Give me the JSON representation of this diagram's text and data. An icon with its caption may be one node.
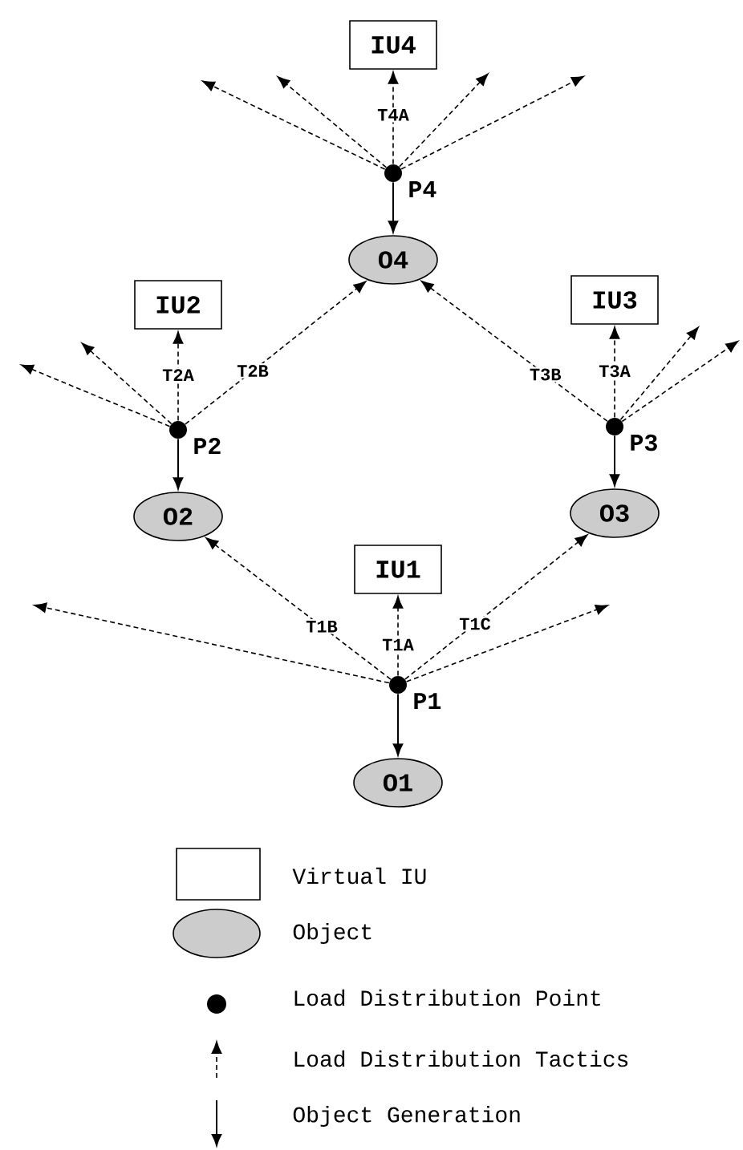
{
  "diagram": {
    "nodes": [
      {
        "text": [
          "IU4"
        ]
      },
      {
        "text": [],
        "shape": "circle",
        "beside": [
          "P4"
        ]
      },
      {
        "text": [
          "O4"
        ]
      },
      {
        "text": [
          "IU2"
        ]
      },
      {
        "text": [],
        "shape": "circle",
        "beside": [
          "P2"
        ]
      },
      {
        "text": [
          "O2"
        ]
      },
      {
        "text": [
          "IU3"
        ]
      },
      {
        "text": [],
        "shape": "circle",
        "beside": [
          "P3"
        ]
      },
      {
        "text": [
          "O3"
        ]
      },
      {
        "text": [
          "IU1"
        ]
      },
      {
        "text": [],
        "shape": "circle",
        "beside": [
          "P1"
        ]
      },
      {
        "text": [
          "O1"
        ]
      }
    ],
    "edges": [
      {
        "from": 1,
        "to": 0,
        "arrow": "to",
        "label": "T4A",
        "style": "dashed"
      },
      {
        "from": 1,
        "to": 2,
        "arrow": "to"
      },
      {
        "from": 1,
        "to": null,
        "arrow": "to",
        "style": "dashed"
      },
      {
        "from": 1,
        "to": null,
        "arrow": "to",
        "style": "dashed"
      },
      {
        "from": 1,
        "to": null,
        "arrow": "to",
        "style": "dashed"
      },
      {
        "from": 1,
        "to": null,
        "arrow": "to",
        "style": "dashed"
      },
      {
        "from": 4,
        "to": 3,
        "arrow": "to",
        "label": "T2A",
        "style": "dashed"
      },
      {
        "from": 4,
        "to": 2,
        "arrow": "to",
        "label": "T2B",
        "style": "dashed"
      },
      {
        "from": 4,
        "to": 5,
        "arrow": "to"
      },
      {
        "from": 4,
        "to": null,
        "arrow": "to",
        "style": "dashed"
      },
      {
        "from": 4,
        "to": null,
        "arrow": "to",
        "style": "dashed"
      },
      {
        "from": 7,
        "to": 6,
        "arrow": "to",
        "label": "T3A",
        "style": "dashed"
      },
      {
        "from": 7,
        "to": 2,
        "arrow": "to",
        "label": "T3B",
        "style": "dashed"
      },
      {
        "from": 7,
        "to": 8,
        "arrow": "to"
      },
      {
        "from": 7,
        "to": null,
        "arrow": "to",
        "style": "dashed"
      },
      {
        "from": 7,
        "to": null,
        "arrow": "to",
        "style": "dashed"
      },
      {
        "from": 10,
        "to": 9,
        "arrow": "to",
        "label": "T1A",
        "style": "dashed"
      },
      {
        "from": 10,
        "to": 5,
        "arrow": "to",
        "label": "T1B",
        "style": "dashed"
      },
      {
        "from": 10,
        "to": 8,
        "arrow": "to",
        "label": "T1C",
        "style": "dashed"
      },
      {
        "from": 10,
        "to": 11,
        "arrow": "to"
      },
      {
        "from": 10,
        "to": null,
        "arrow": "to",
        "style": "dashed"
      },
      {
        "from": 10,
        "to": null,
        "arrow": "to",
        "style": "dashed"
      }
    ],
    "legend": [
      {
        "text": "Virtual IU"
      },
      {
        "text": "Object"
      },
      {
        "text": "Load Distribution Point"
      },
      {
        "text": "Load Distribution Tactics"
      },
      {
        "text": "Object Generation"
      }
    ]
  }
}
